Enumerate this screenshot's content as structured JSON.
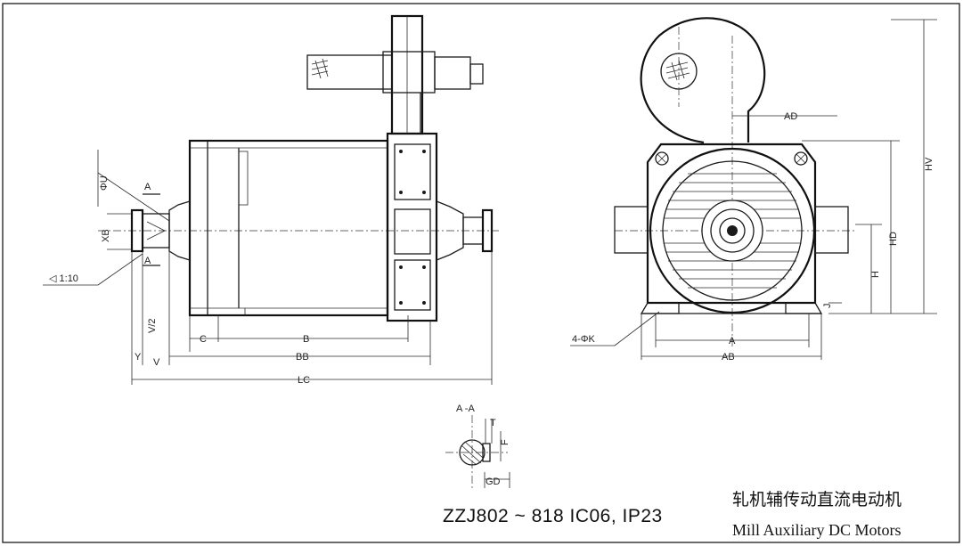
{
  "title": {
    "model": "ZZJ802 ~ 818   IC06, IP23",
    "chinese": "轧机辅传动直流电动机",
    "english": "Mill Auxiliary DC Motors"
  },
  "side_view_labels": {
    "phiU": "ΦU",
    "XB": "XB",
    "A_top": "A",
    "A_bottom": "A",
    "taper": "◁ 1:10",
    "V2": "V/2",
    "V": "V",
    "Y": "Y",
    "C": "C",
    "B": "B",
    "BB": "BB",
    "LC": "LC"
  },
  "end_view_labels": {
    "AD": "AD",
    "HV": "HV",
    "HD": "HD",
    "H": "H",
    "J": "J",
    "holes": "4-ΦK",
    "A": "A",
    "AB": "AB"
  },
  "section_labels": {
    "title": "A -A",
    "T": "T",
    "F": "F",
    "GD": "GD"
  }
}
